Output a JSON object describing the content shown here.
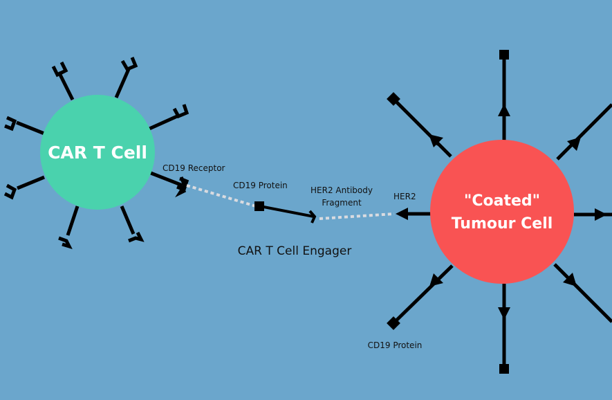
{
  "colors": {
    "background": "#6ba6cc",
    "car_t_cell": "#4ad2ad",
    "tumour_cell": "#f95353",
    "line": "#000000",
    "link": "#d9dbe0"
  },
  "car_t_cell": {
    "label": "CAR T Cell"
  },
  "tumour_cell": {
    "label_line1": "\"Coated\"",
    "label_line2": "Tumour Cell"
  },
  "labels": {
    "cd19_receptor": "CD19 Receptor",
    "cd19_protein_engager": "CD19 Protein",
    "her2_antibody_line1": "HER2 Antibody",
    "her2_antibody_line2": "Fragment",
    "her2": "HER2",
    "engager": "CAR T Cell Engager",
    "cd19_protein_tumour": "CD19 Protein"
  }
}
